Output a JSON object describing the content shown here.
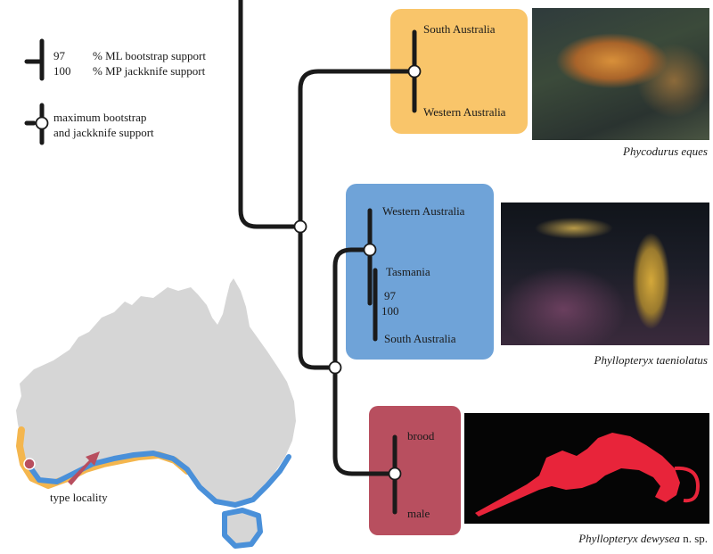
{
  "legend": {
    "ml_value": "97",
    "ml_text": "% ML bootstrap support",
    "mp_value": "100",
    "mp_text": "% MP jackknife support",
    "max_line1": "maximum bootstrap",
    "max_line2": "and jackknife support"
  },
  "clades": {
    "phycodurus": {
      "color": "#f9c56a",
      "tips": [
        "South Australia",
        "Western Australia"
      ],
      "species": "Phycodurus eques"
    },
    "taeniolatus": {
      "color": "#6fa3d8",
      "tips": [
        "Western Australia",
        "Tasmania",
        "South Australia"
      ],
      "node_ml": "97",
      "node_mp": "100",
      "species": "Phyllopteryx taeniolatus"
    },
    "dewysea": {
      "color": "#b84f5f",
      "tips": [
        "brood",
        "male"
      ],
      "species": "Phyllopteryx dewysea",
      "species_suffix": " n. sp."
    }
  },
  "map": {
    "type_locality": "type locality",
    "land_color": "#d6d6d6",
    "phycodurus_range_color": "#f4b64e",
    "taeniolatus_range_color": "#4a90d9",
    "locality_color": "#b84f5f"
  }
}
